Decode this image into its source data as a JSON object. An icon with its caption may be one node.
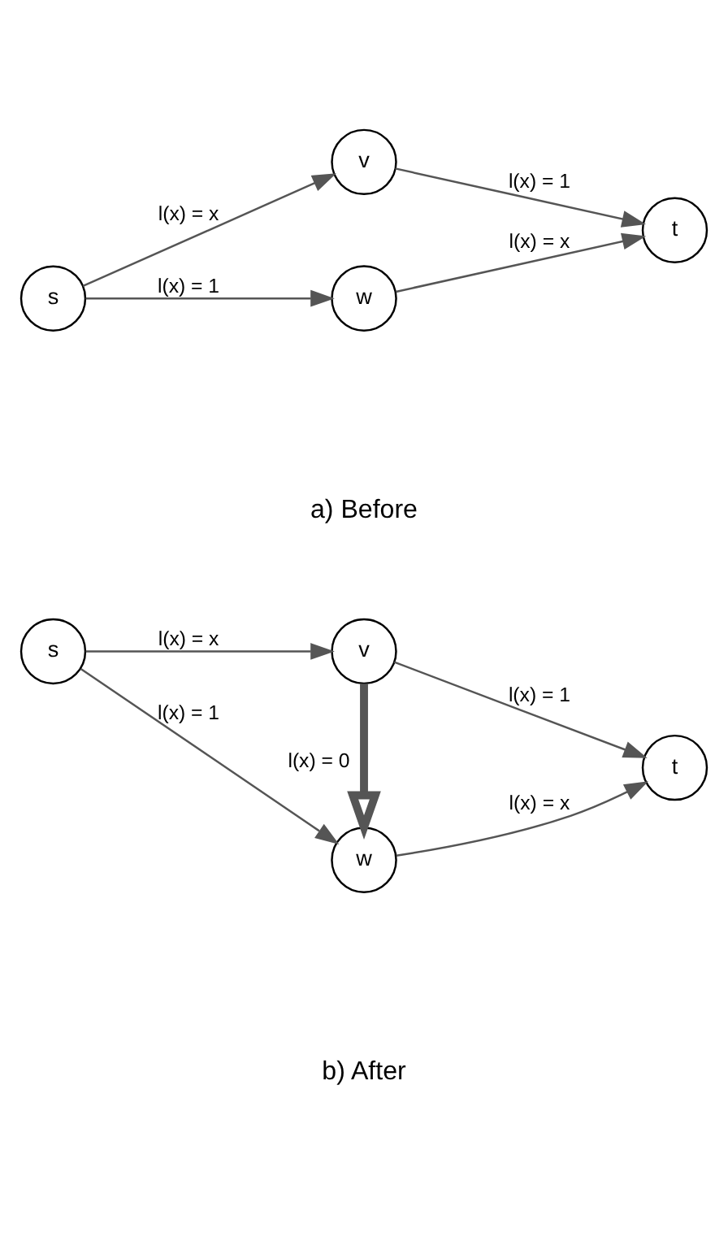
{
  "diagram": {
    "nodes": [
      {
        "text": [
          "v"
        ]
      },
      {
        "text": [
          "s"
        ]
      },
      {
        "text": [
          "t"
        ]
      },
      {
        "text": [
          "w"
        ]
      },
      {
        "text": [
          "v"
        ]
      },
      {
        "text": [
          "s"
        ]
      },
      {
        "text": [
          "t"
        ]
      },
      {
        "text": [
          "w"
        ]
      }
    ],
    "edges": [
      {
        "from": 1,
        "to": 0,
        "arrow": "to",
        "label": "l(x) = x"
      },
      {
        "from": 0,
        "to": 2,
        "arrow": "to",
        "label": "l(x) = 1"
      },
      {
        "from": 1,
        "to": 3,
        "arrow": "to",
        "label": "l(x) = 1"
      },
      {
        "from": 3,
        "to": 2,
        "arrow": "to",
        "label": "l(x) = x"
      },
      {
        "from": 5,
        "to": 4,
        "arrow": "to",
        "label": "l(x) = x"
      },
      {
        "from": 4,
        "to": 6,
        "arrow": "to",
        "label": "l(x) = 1"
      },
      {
        "from": 4,
        "to": 7,
        "arrow": "to",
        "label": "l(x) = 0",
        "style": "thick"
      },
      {
        "from": 5,
        "to": 7,
        "arrow": "to",
        "label": "l(x) = 1"
      },
      {
        "from": 7,
        "to": 6,
        "arrow": "to",
        "label": "l(x) = x"
      }
    ],
    "labels": [
      "a) Before",
      "b) After"
    ]
  }
}
